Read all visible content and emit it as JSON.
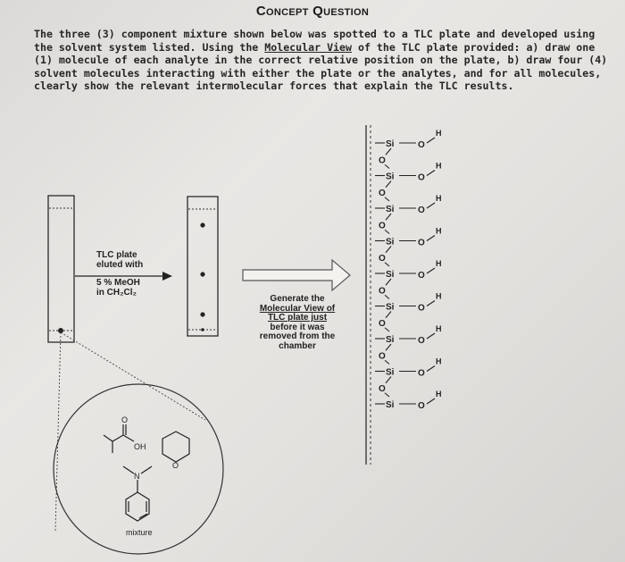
{
  "title": "Concept Question",
  "intro": {
    "text_before": "The three (3) component mixture shown below was spotted to a TLC plate and developed using the solvent system listed. Using the ",
    "link_text": "Molecular View",
    "text_after": " of the TLC plate provided: a) draw one (1) molecule of each analyte in the correct relative position on the plate, b) draw four (4) solvent molecules interacting with either the plate or the analytes, and for all molecules, clearly show the relevant intermolecular forces that explain the TLC results."
  },
  "tlc_label": {
    "line1": "TLC plate",
    "line2": "eluted with",
    "line3": "5 % MeOH",
    "line4": "in CH₂Cl₂"
  },
  "generate_label": {
    "line1": "Generate the",
    "line2": "Molecular View of",
    "line3": "TLC plate just",
    "line4": "before it was",
    "line5": "removed from the",
    "line6": "chamber"
  },
  "mixture_label": "mixture",
  "atoms": {
    "si": "Si",
    "o": "O",
    "h": "H",
    "oh": "OH",
    "n": "N"
  },
  "silica_rows": 9
}
